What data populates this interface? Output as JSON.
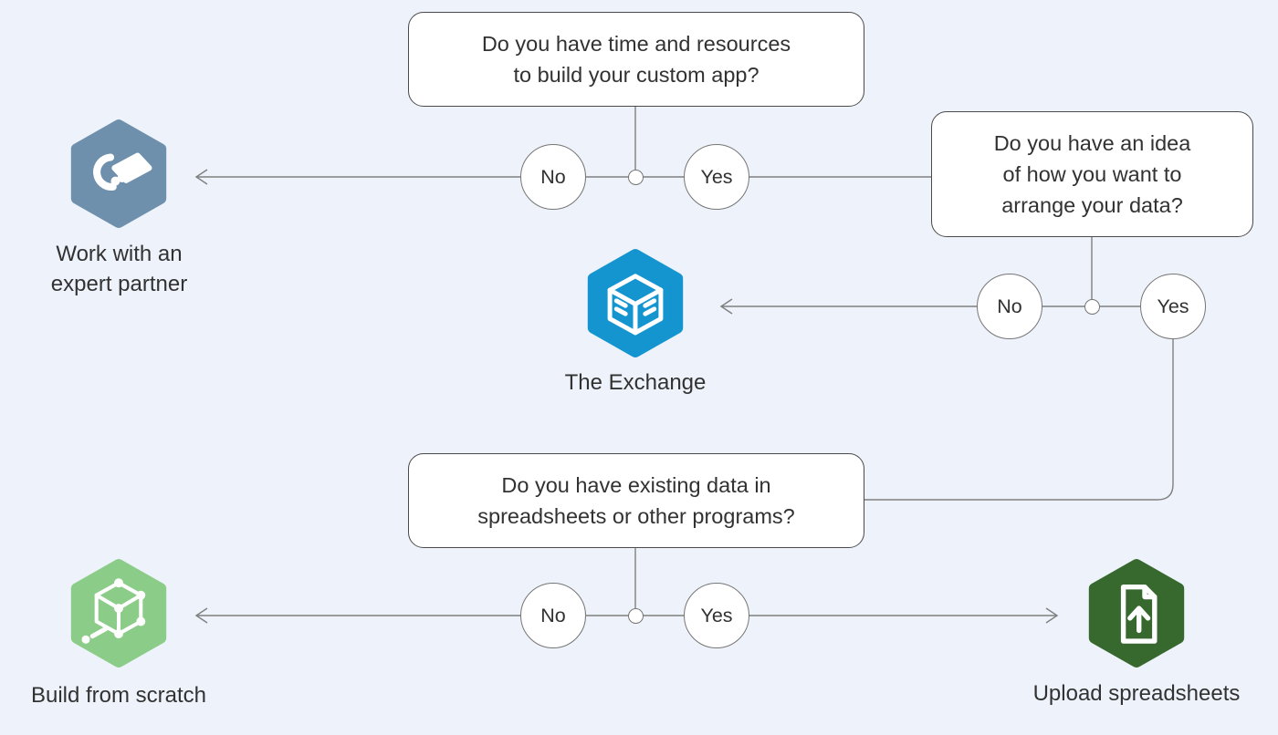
{
  "background": "#eef3fb",
  "line_color": "#7f7f7f",
  "questions": [
    {
      "lines": [
        "Do you have time and resources",
        "to build your custom app?"
      ]
    },
    {
      "lines": [
        "Do you have an idea",
        "of how you want to",
        "arrange your data?"
      ]
    },
    {
      "lines": [
        "Do you have existing data in",
        "spreadsheets or other programs?"
      ]
    }
  ],
  "decision_labels": {
    "no": "No",
    "yes": "Yes"
  },
  "nodes": [
    {
      "id": "expert-partner",
      "label_lines": [
        "Work with an",
        "expert partner"
      ],
      "color": "#6f90ad",
      "icon": "handshake-icon"
    },
    {
      "id": "the-exchange",
      "label_lines": [
        "The Exchange"
      ],
      "color": "#1595cf",
      "icon": "cube-icon"
    },
    {
      "id": "build-from-scratch",
      "label_lines": [
        "Build from scratch"
      ],
      "color": "#8ccc89",
      "icon": "wireframe-cube-icon"
    },
    {
      "id": "upload-spreadsheets",
      "label_lines": [
        "Upload spreadsheets"
      ],
      "color": "#37682e",
      "icon": "upload-file-icon"
    }
  ]
}
